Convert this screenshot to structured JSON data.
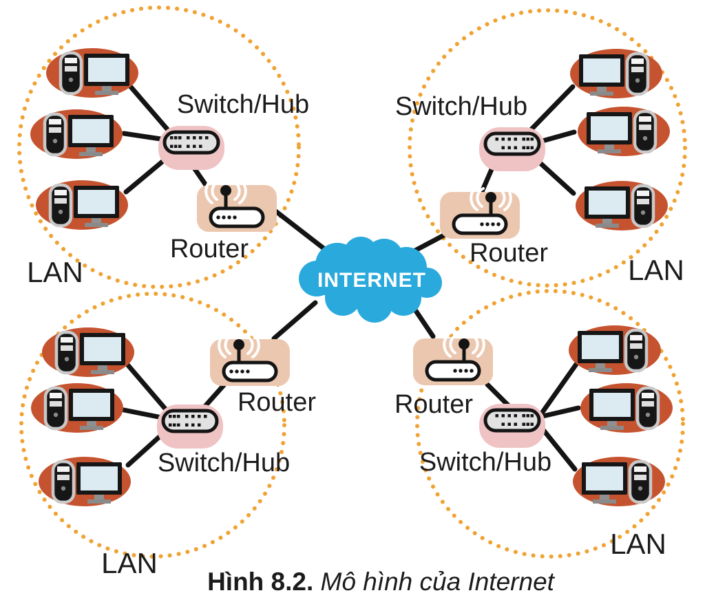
{
  "figure_caption": {
    "label": "Hình 8.2.",
    "title": " Mô hình của Internet"
  },
  "internet_cloud": {
    "label": "INTERNET"
  },
  "lans": [
    {
      "position": "top-left",
      "switch_hub_label": "Switch/Hub",
      "router_label": "Router",
      "lan_label": "LAN",
      "computer_count": 3
    },
    {
      "position": "top-right",
      "switch_hub_label": "Switch/Hub",
      "router_label": "Router",
      "lan_label": "LAN",
      "computer_count": 3
    },
    {
      "position": "bottom-left",
      "switch_hub_label": "Switch/Hub",
      "router_label": "Router",
      "lan_label": "LAN",
      "computer_count": 3
    },
    {
      "position": "bottom-right",
      "switch_hub_label": "Switch/Hub",
      "router_label": "Router",
      "lan_label": "LAN",
      "computer_count": 3
    }
  ],
  "colors": {
    "internet_cloud_blue": "#29A9DC",
    "computer_ellipse_orange": "#C5532F",
    "switch_blob_pink": "#EFC3C4",
    "router_box_peach": "#ECC7AF",
    "lan_dotted_circle_orange": "#F0A232",
    "line_black": "#141414"
  }
}
